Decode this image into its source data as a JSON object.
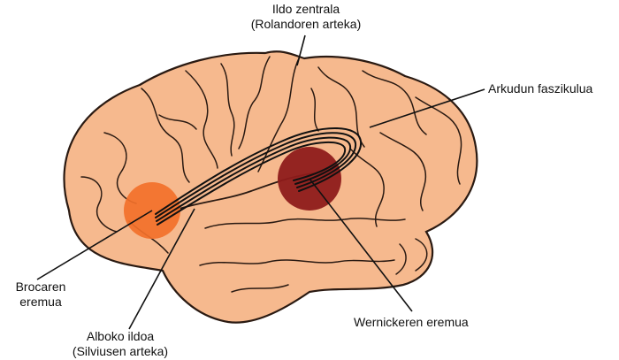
{
  "labels": {
    "central_sulcus": {
      "line1": "Ildo zentrala",
      "line2": "(Rolandoren arteka)"
    },
    "arcuate_fasciculus": {
      "line1": "Arkudun faszikulua"
    },
    "broca_area": {
      "line1": "Brocaren",
      "line2": "eremua"
    },
    "lateral_sulcus": {
      "line1": "Alboko ildoa",
      "line2": "(Silviusen arteka)"
    },
    "wernicke_area": {
      "line1": "Wernickeren eremua"
    }
  },
  "colors": {
    "brain_fill": "#F6B98E",
    "brain_outline": "#2A1A12",
    "broca_area": "#F2702A",
    "wernicke_area": "#8E1B1B",
    "arcuate_fasciculus": "#111111",
    "leader_lines": "#111111"
  }
}
